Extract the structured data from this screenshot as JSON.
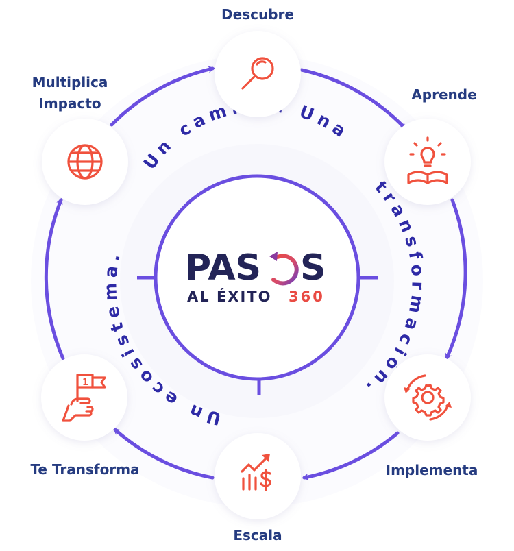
{
  "steps": [
    {
      "label_lines": [
        "Descubre"
      ],
      "icon": "magnifier-icon"
    },
    {
      "label_lines": [
        "Aprende"
      ],
      "icon": "lightbulb-book-icon"
    },
    {
      "label_lines": [
        "Implementa"
      ],
      "icon": "gear-cycle-icon"
    },
    {
      "label_lines": [
        "Escala"
      ],
      "icon": "growth-chart-dollar-icon"
    },
    {
      "label_lines": [
        "Te Transforma"
      ],
      "icon": "hand-flag-icon"
    },
    {
      "label_lines": [
        "Multiplica",
        "Impacto"
      ],
      "icon": "globe-icon"
    }
  ],
  "ring_text": {
    "top": "Un camino. Una",
    "right": "transformación.",
    "bottom_left": "Un ecosistema."
  },
  "logo": {
    "word_start": "PAS",
    "word_end": "S",
    "subtitle": "AL ÉXITO",
    "number": "360"
  },
  "colors": {
    "arrow": "#6a4ee0",
    "ring": "#6a4ee0",
    "icon": "#f0513d",
    "label": "#253b80",
    "ring_text": "#2e2aa6",
    "logo_dark": "#232457",
    "logo_accent": "#e94b43"
  }
}
